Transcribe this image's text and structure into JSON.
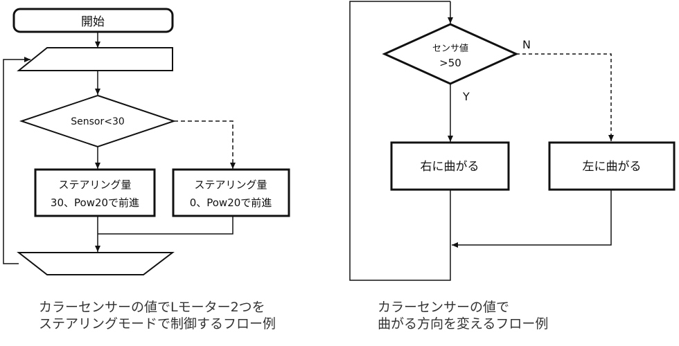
{
  "left_flow": {
    "start_label": "開始",
    "decision_label": "Sensor<30",
    "left_box": {
      "line1": "ステアリング量",
      "line2": "30、Pow20で前進"
    },
    "right_box": {
      "line1": "ステアリング量",
      "line2": "0、Pow20で前進"
    },
    "caption_line1": "カラーセンサーの値でLモーター2つを",
    "caption_line2": "ステアリングモードで制御するフロー例"
  },
  "right_flow": {
    "decision_line1": "センサ値",
    "decision_line2": ">50",
    "yes_label": "Y",
    "no_label": "N",
    "yes_box": "右に曲がる",
    "no_box": "左に曲がる",
    "caption_line1": "カラーセンサーの値で",
    "caption_line2": "曲がる方向を変えるフロー例"
  }
}
